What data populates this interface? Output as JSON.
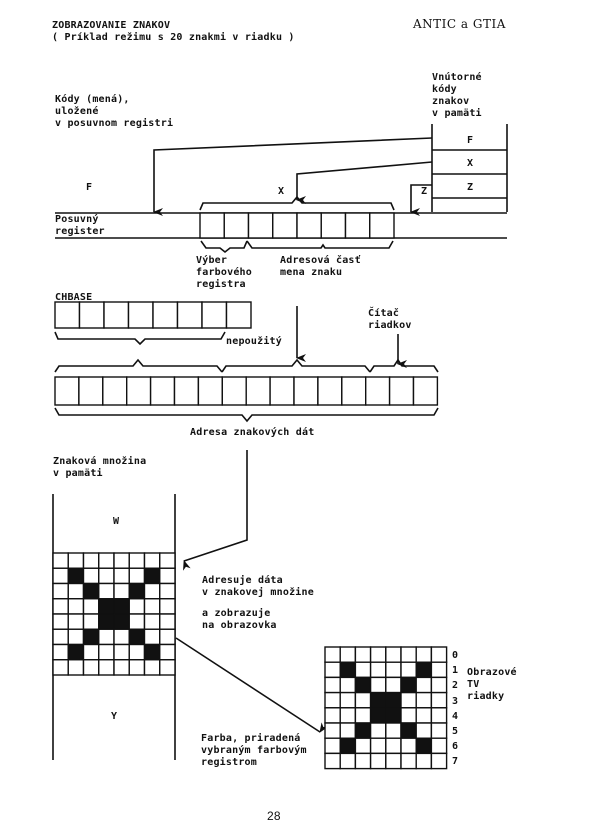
{
  "header": {
    "title": "ZOBRAZOVANIE ZNAKOV",
    "subtitle": "( Príklad režimu s 20 znakmi v riadku )",
    "section": "ANTIC a GTIA"
  },
  "labels": {
    "codes_in_register": [
      "Kódy (mená),",
      "uložené",
      "v posuvnom registri"
    ],
    "internal_codes": [
      "Vnútorné",
      "kódy",
      "znakov",
      "v pamäti"
    ],
    "shift_register": [
      "Posuvný",
      "register"
    ],
    "color_select": [
      "Výber",
      "farbového",
      "registra"
    ],
    "address_part": [
      "Adresová časť",
      "mena znaku"
    ],
    "chbase": "CHBASE",
    "unused": "nepoužitý",
    "line_counter": [
      "Čítač",
      "riadkov"
    ],
    "data_address": "Adresa znakových dát",
    "charset_in_memory": [
      "Znaková množina",
      "v pamäti"
    ],
    "addresses_data": [
      "Adresuje dáta",
      "v znakovej množine",
      "",
      "a zobrazuje",
      "na obrazovka"
    ],
    "tv_lines": [
      "Obrazové",
      "TV",
      "riadky"
    ],
    "color_assigned": [
      "Farba, priradená",
      "vybraným farbovým",
      "registrom"
    ]
  },
  "letters": {
    "memory_cells": [
      "F",
      "X",
      "Z"
    ],
    "register_f": "F",
    "register_x": "X",
    "register_z": "Z",
    "charset_w": "W",
    "charset_y": "Y"
  },
  "row_numbers": [
    "0",
    "1",
    "2",
    "3",
    "4",
    "5",
    "6",
    "7"
  ],
  "glyph_x": [
    [
      0,
      0,
      0,
      0,
      0,
      0,
      0,
      0
    ],
    [
      0,
      1,
      0,
      0,
      0,
      0,
      1,
      0
    ],
    [
      0,
      0,
      1,
      0,
      0,
      1,
      0,
      0
    ],
    [
      0,
      0,
      0,
      1,
      1,
      0,
      0,
      0
    ],
    [
      0,
      0,
      0,
      1,
      1,
      0,
      0,
      0
    ],
    [
      0,
      0,
      1,
      0,
      0,
      1,
      0,
      0
    ],
    [
      0,
      1,
      0,
      0,
      0,
      0,
      1,
      0
    ],
    [
      0,
      0,
      0,
      0,
      0,
      0,
      0,
      0
    ]
  ],
  "register_bits": {
    "shift": 8,
    "chbase": 8,
    "address": 16
  },
  "footer": {
    "page_number": "28"
  }
}
